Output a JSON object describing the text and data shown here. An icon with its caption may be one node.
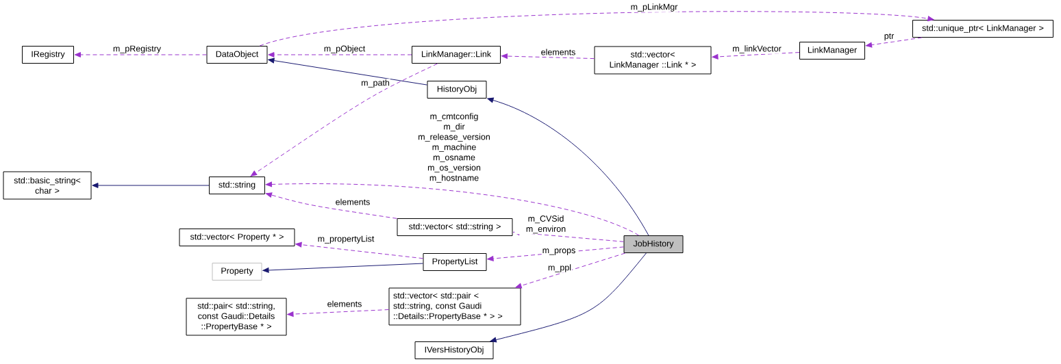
{
  "diagram": {
    "nodes": [
      {
        "text": [
          "IRegistry"
        ]
      },
      {
        "text": [
          "DataObject"
        ]
      },
      {
        "text": [
          "LinkManager::Link"
        ]
      },
      {
        "text": [
          "std::vector< LinkManager ::Link * >"
        ]
      },
      {
        "text": [
          "LinkManager"
        ]
      },
      {
        "text": [
          "std::unique_ptr< LinkManager >"
        ]
      },
      {
        "text": [
          "HistoryObj"
        ]
      },
      {
        "text": [
          "std::basic_string< char >"
        ]
      },
      {
        "text": [
          "std::string"
        ]
      },
      {
        "text": [
          "std::vector< std::string >"
        ]
      },
      {
        "text": [
          "std::vector< Property * >"
        ]
      },
      {
        "text": [
          "JobHistory"
        ]
      },
      {
        "text": [
          "PropertyList"
        ]
      },
      {
        "text": [
          "Property"
        ]
      },
      {
        "text": [
          "std::pair< std::string, const Gaudi::Details ::PropertyBase * >"
        ]
      },
      {
        "text": [
          "std::vector< std::pair < std::string, const Gaudi ::Details::PropertyBase * > >"
        ]
      },
      {
        "text": [
          "IVersHistoryObj"
        ]
      }
    ],
    "edges": [
      {
        "from": 1,
        "to": 0,
        "arrow": "to",
        "label": "m_pRegistry",
        "style": "dashed"
      },
      {
        "from": 2,
        "to": 1,
        "arrow": "to",
        "label": "m_pObject",
        "style": "dashed"
      },
      {
        "from": 3,
        "to": 2,
        "arrow": "to",
        "label": "elements",
        "style": "dashed"
      },
      {
        "from": 4,
        "to": 3,
        "arrow": "to",
        "label": "m_linkVector",
        "style": "dashed"
      },
      {
        "from": 5,
        "to": 4,
        "arrow": "to",
        "label": "ptr",
        "style": "dashed"
      },
      {
        "from": 1,
        "to": 5,
        "arrow": "to",
        "label": "m_pLinkMgr",
        "style": "dashed"
      },
      {
        "from": 6,
        "to": 1,
        "arrow": "to",
        "color": "#191970"
      },
      {
        "from": 2,
        "to": 8,
        "arrow": "to",
        "label": "m_path",
        "style": "dashed"
      },
      {
        "from": 11,
        "to": 6,
        "arrow": "to",
        "color": "#191970"
      },
      {
        "from": 8,
        "to": 7,
        "arrow": "to",
        "color": "#191970"
      },
      {
        "from": 11,
        "to": 8,
        "arrow": "to",
        "label": "m_cmtconfig m_dir m_release_version m_machine m_osname m_os_version m_hostname",
        "style": "dashed"
      },
      {
        "from": 9,
        "to": 8,
        "arrow": "to",
        "label": "elements",
        "style": "dashed"
      },
      {
        "from": 11,
        "to": 9,
        "arrow": "to",
        "label": "m_CVSid m_environ",
        "style": "dashed"
      },
      {
        "from": 12,
        "to": 10,
        "arrow": "to",
        "label": "m_propertyList",
        "style": "dashed"
      },
      {
        "from": 12,
        "to": 13,
        "arrow": "to",
        "color": "#191970"
      },
      {
        "from": 11,
        "to": 12,
        "arrow": "to",
        "label": "m_props",
        "style": "dashed"
      },
      {
        "from": 11,
        "to": 15,
        "arrow": "to",
        "label": "m_ppl",
        "style": "dashed"
      },
      {
        "from": 15,
        "to": 14,
        "arrow": "to",
        "label": "elements",
        "style": "dashed"
      },
      {
        "from": 11,
        "to": 16,
        "arrow": "to",
        "color": "#191970"
      }
    ]
  }
}
